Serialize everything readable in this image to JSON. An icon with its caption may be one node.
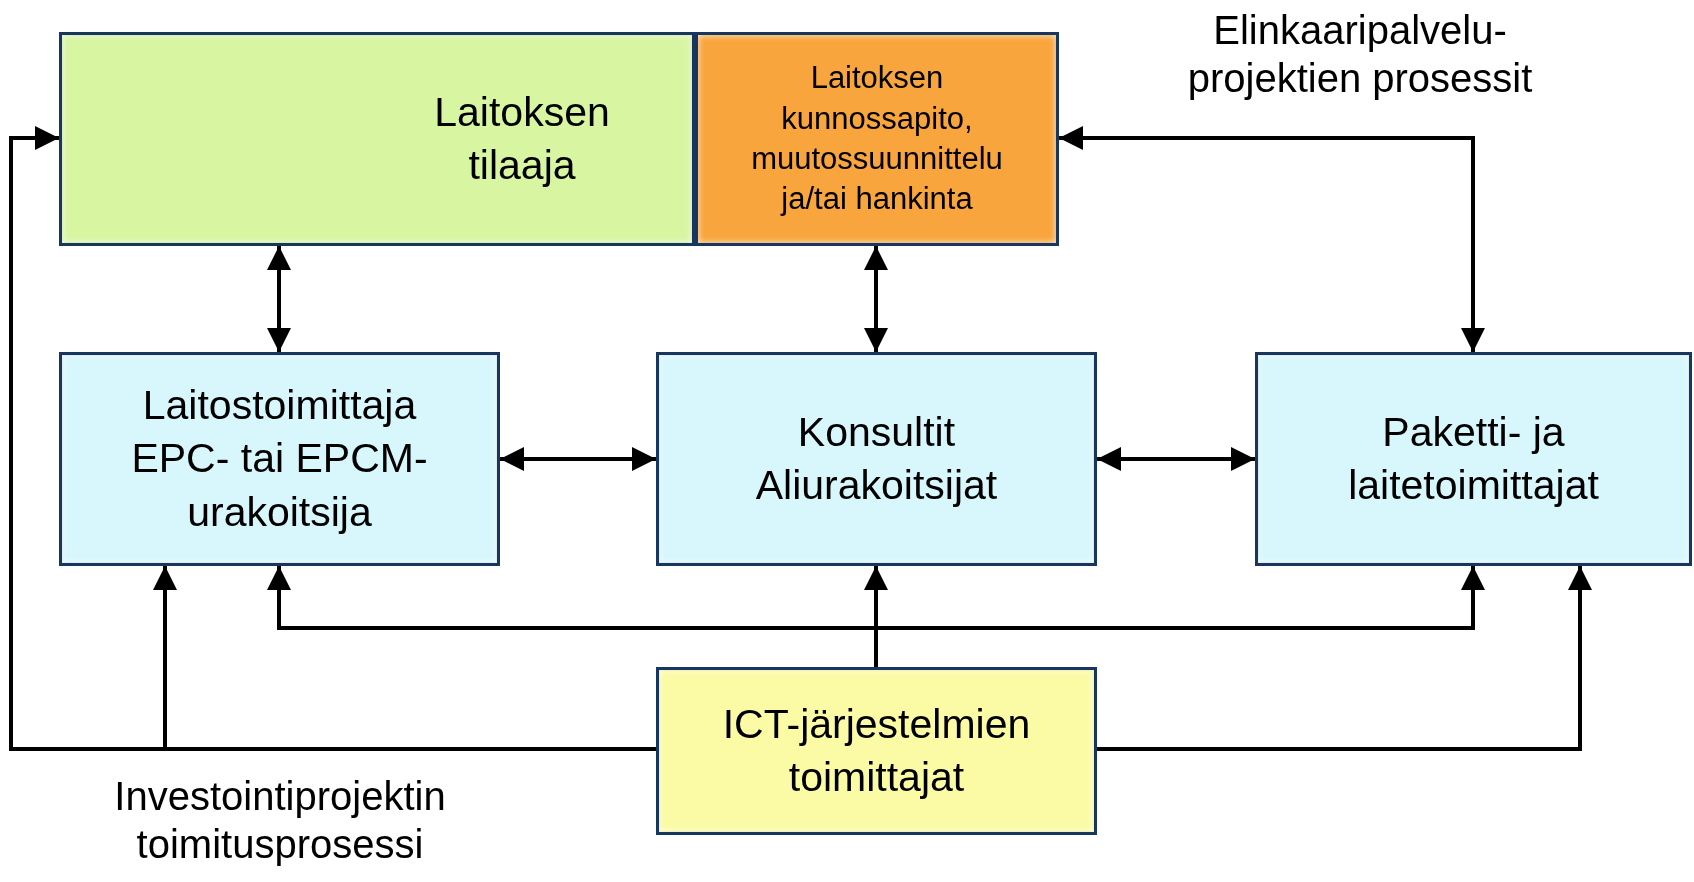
{
  "diagram": {
    "nodes": [
      {
        "text": [
          "Laitoksen tilaaja"
        ]
      },
      {
        "text": [
          "Laitoksen kunnossapito, muutossuunnittelu ja/tai hankinta"
        ]
      },
      {
        "text": [
          "Laitostoimittaja EPC- tai EPCM-urakoitsija"
        ]
      },
      {
        "text": [
          "Konsultit",
          "Aliurakoitsijat"
        ]
      },
      {
        "text": [
          "Paketti- ja laitetoimittajat"
        ]
      },
      {
        "text": [
          "ICT-järjestelmien toimittajat"
        ]
      }
    ],
    "edges": [
      {
        "from": 0,
        "to": 2,
        "arrow": "both"
      },
      {
        "from": 1,
        "to": 3,
        "arrow": "both"
      },
      {
        "from": 1,
        "to": 4,
        "arrow": "both"
      },
      {
        "from": 2,
        "to": 3,
        "arrow": "both"
      },
      {
        "from": 3,
        "to": 4,
        "arrow": "both"
      },
      {
        "from": 5,
        "to": 3,
        "arrow": "to"
      },
      {
        "from": 5,
        "to": 2,
        "arrow": "to"
      },
      {
        "from": 5,
        "to": 4,
        "arrow": "to"
      },
      {
        "from": 5,
        "to": 0,
        "arrow": "to"
      },
      {
        "from": 5,
        "to": 2,
        "arrow": "to"
      },
      {
        "from": 5,
        "to": 4,
        "arrow": "to"
      }
    ],
    "labels": [
      "Elinkaaripalvelu-projektien prosessit",
      "Investointiprojektin toimitusprosessi"
    ]
  }
}
